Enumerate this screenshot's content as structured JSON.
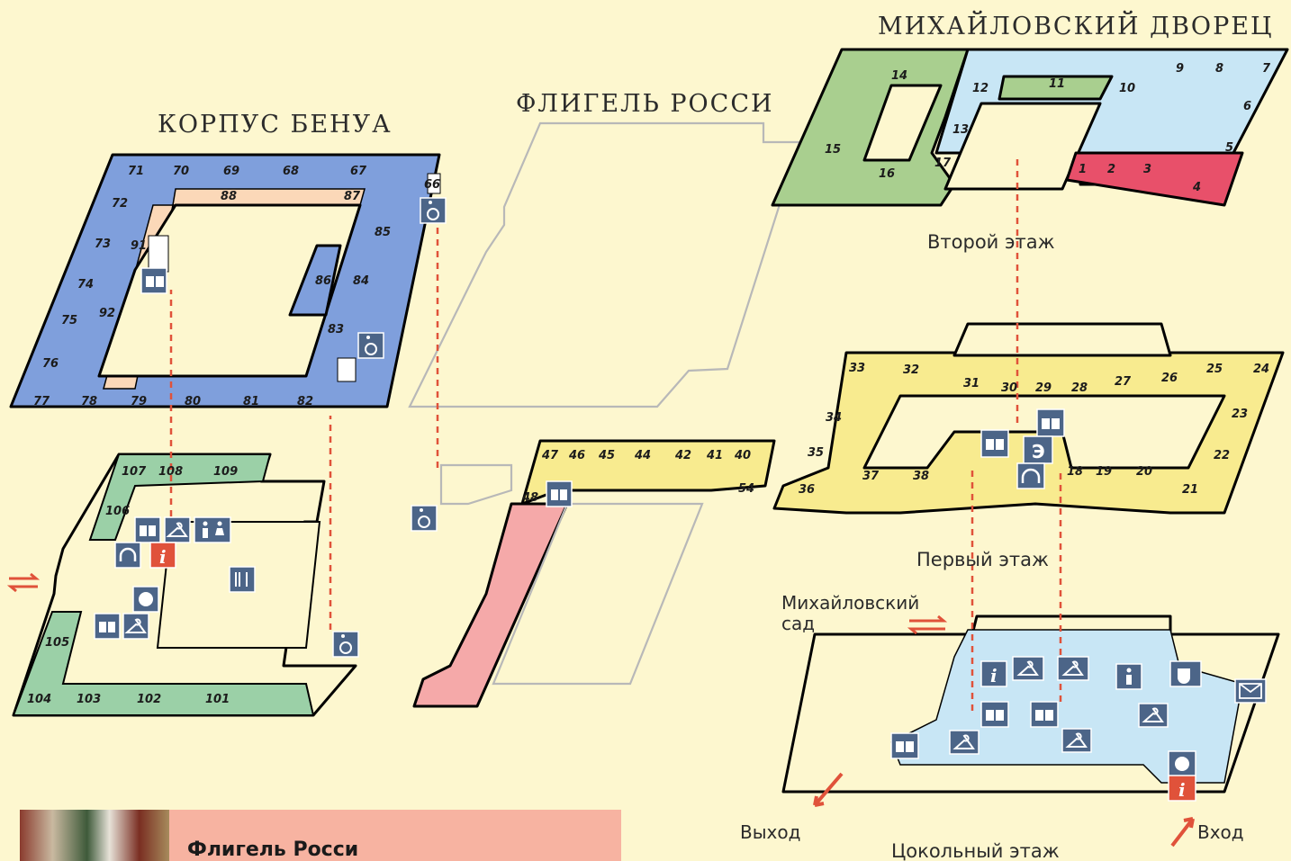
{
  "titles": {
    "benois": "КОРПУС БЕНУА",
    "rossi": "ФЛИГЕЛЬ РОССИ",
    "mikhailovsky": "МИХАЙЛОВСКИЙ ДВОРЕЦ"
  },
  "floors": {
    "second": "Второй этаж",
    "first": "Первый этаж",
    "ground": "Цокольный этаж"
  },
  "labels": {
    "garden_line1": "Михайловский",
    "garden_line2": "сад",
    "exit": "Выход",
    "entrance": "Вход"
  },
  "rooms": {
    "benois_upper": [
      "66",
      "67",
      "68",
      "69",
      "70",
      "71",
      "72",
      "73",
      "74",
      "75",
      "76",
      "77",
      "78",
      "79",
      "80",
      "81",
      "82",
      "83",
      "84",
      "85",
      "86",
      "87",
      "88",
      "91",
      "92"
    ],
    "benois_lower": [
      "101",
      "102",
      "103",
      "104",
      "105",
      "106",
      "107",
      "108",
      "109"
    ],
    "rossi": [
      "40",
      "41",
      "42",
      "44",
      "45",
      "46",
      "47",
      "48",
      "54"
    ],
    "palace_second": [
      "1",
      "2",
      "3",
      "4",
      "5",
      "6",
      "7",
      "8",
      "9",
      "10",
      "11",
      "12",
      "13",
      "14",
      "15",
      "16",
      "17"
    ],
    "palace_first": [
      "18",
      "19",
      "20",
      "21",
      "22",
      "23",
      "24",
      "25",
      "26",
      "27",
      "28",
      "29",
      "30",
      "31",
      "32",
      "33",
      "34",
      "35",
      "36",
      "37",
      "38"
    ]
  },
  "icons": {
    "benois_upper": [
      "book-icon",
      "wheelchair-icon",
      "wheelchair-icon"
    ],
    "benois_lower": [
      "book-icon",
      "cloakroom-icon",
      "restroom-icon",
      "audioguide-icon",
      "info-icon",
      "restaurant-icon",
      "cashdesk-icon",
      "book-icon",
      "cloakroom-icon",
      "wheelchair-icon"
    ],
    "rossi": [
      "book-icon",
      "wheelchair-icon"
    ],
    "palace_first": [
      "book-icon",
      "book-icon",
      "escalator-icon",
      "audioguide-icon"
    ],
    "palace_ground": [
      "info-icon",
      "cloakroom-icon",
      "cloakroom-icon",
      "restroom-icon",
      "cafe-icon",
      "mail-icon",
      "book-icon",
      "book-icon",
      "cloakroom-icon",
      "cloakroom-icon",
      "cloakroom-icon",
      "book-icon",
      "cashdesk-icon",
      "info-icon"
    ]
  },
  "promo": {
    "title": "Флигель Росси"
  },
  "colors": {
    "background": "#fdf7cf",
    "benois_blue": "#7f9fdc",
    "benois_peach": "#fbd8b8",
    "benois_green": "#9bd0a7",
    "rossi_pink": "#f5a9a9",
    "palace_green": "#a9cf8f",
    "palace_lightblue": "#c8e6f5",
    "palace_red": "#e8506a",
    "palace_yellow": "#f8eb8f",
    "route_red": "#e0523a",
    "icon_blue": "#4c6588"
  }
}
